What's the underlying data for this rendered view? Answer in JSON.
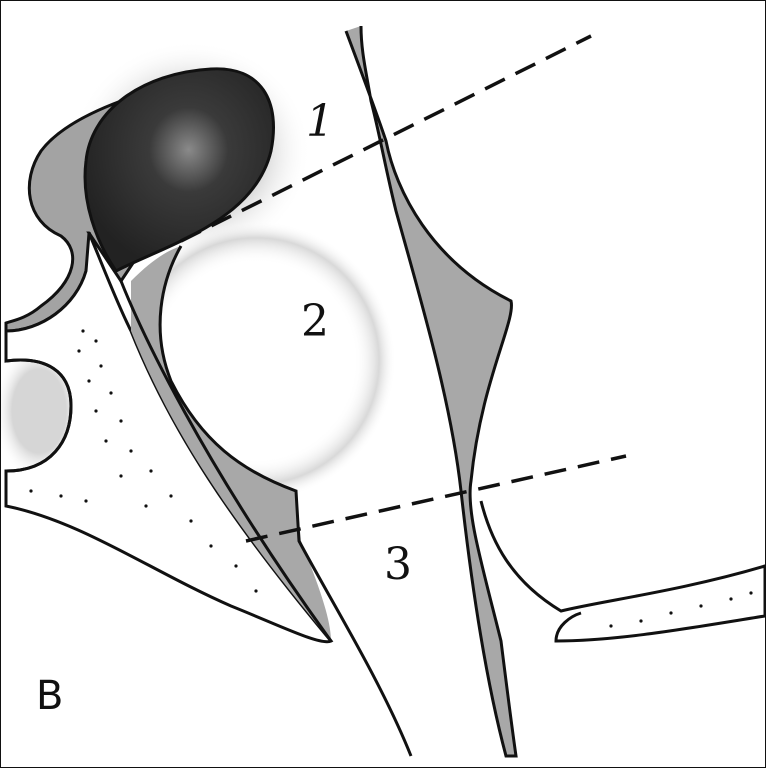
{
  "figure": {
    "panel_label": "B",
    "region_labels": [
      {
        "id": "region-1",
        "text": "1"
      },
      {
        "id": "region-2",
        "text": "2"
      },
      {
        "id": "region-3",
        "text": "3"
      }
    ],
    "colors": {
      "outline": "#111111",
      "dark_mass": "#2b2b2b",
      "gray_tissue": "#a3a3a3",
      "background": "#ffffff"
    }
  }
}
